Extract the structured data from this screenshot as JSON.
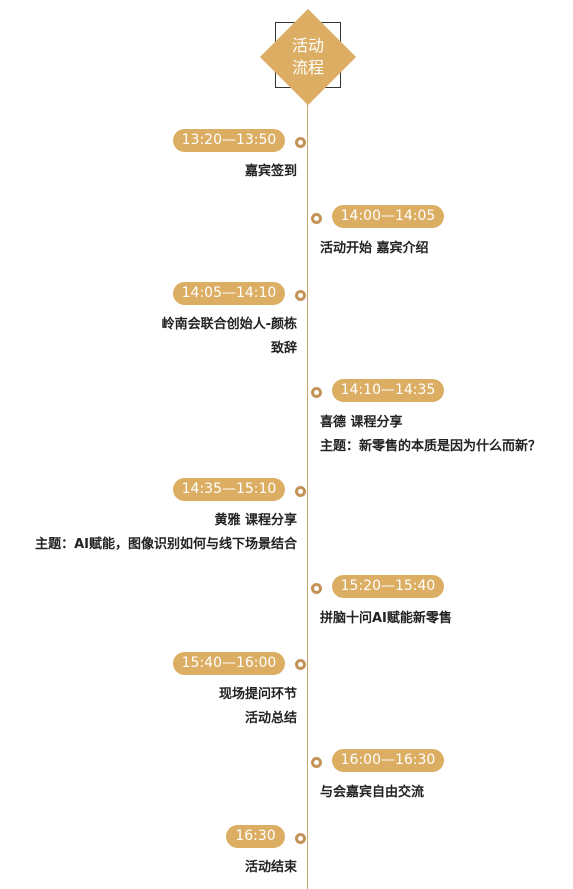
{
  "header": {
    "line1": "活动",
    "line2": "流程"
  },
  "colors": {
    "accent": "#dcae64",
    "dot_ring": "#c39357",
    "line": "#c9a46e",
    "text": "#222222"
  },
  "items": [
    {
      "time": "13:20—13:50",
      "lines": [
        "嘉宾签到"
      ]
    },
    {
      "time": "14:00—14:05",
      "lines": [
        "活动开始 嘉宾介绍"
      ]
    },
    {
      "time": "14:05—14:10",
      "lines": [
        "岭南会联合创始人-颜栋",
        "致辞"
      ]
    },
    {
      "time": "14:10—14:35",
      "lines": [
        "喜德 课程分享",
        "主题：新零售的本质是因为什么而新？"
      ]
    },
    {
      "time": "14:35—15:10",
      "lines": [
        "黄雅 课程分享",
        "主题：AI赋能，图像识别如何与线下场景结合"
      ]
    },
    {
      "time": "15:20—15:40",
      "lines": [
        "拼脑十问AI赋能新零售"
      ]
    },
    {
      "time": "15:40—16:00",
      "lines": [
        "现场提问环节",
        "活动总结"
      ]
    },
    {
      "time": "16:00—16:30",
      "lines": [
        "与会嘉宾自由交流"
      ]
    },
    {
      "time": "16:30",
      "lines": [
        "活动结束"
      ]
    }
  ]
}
